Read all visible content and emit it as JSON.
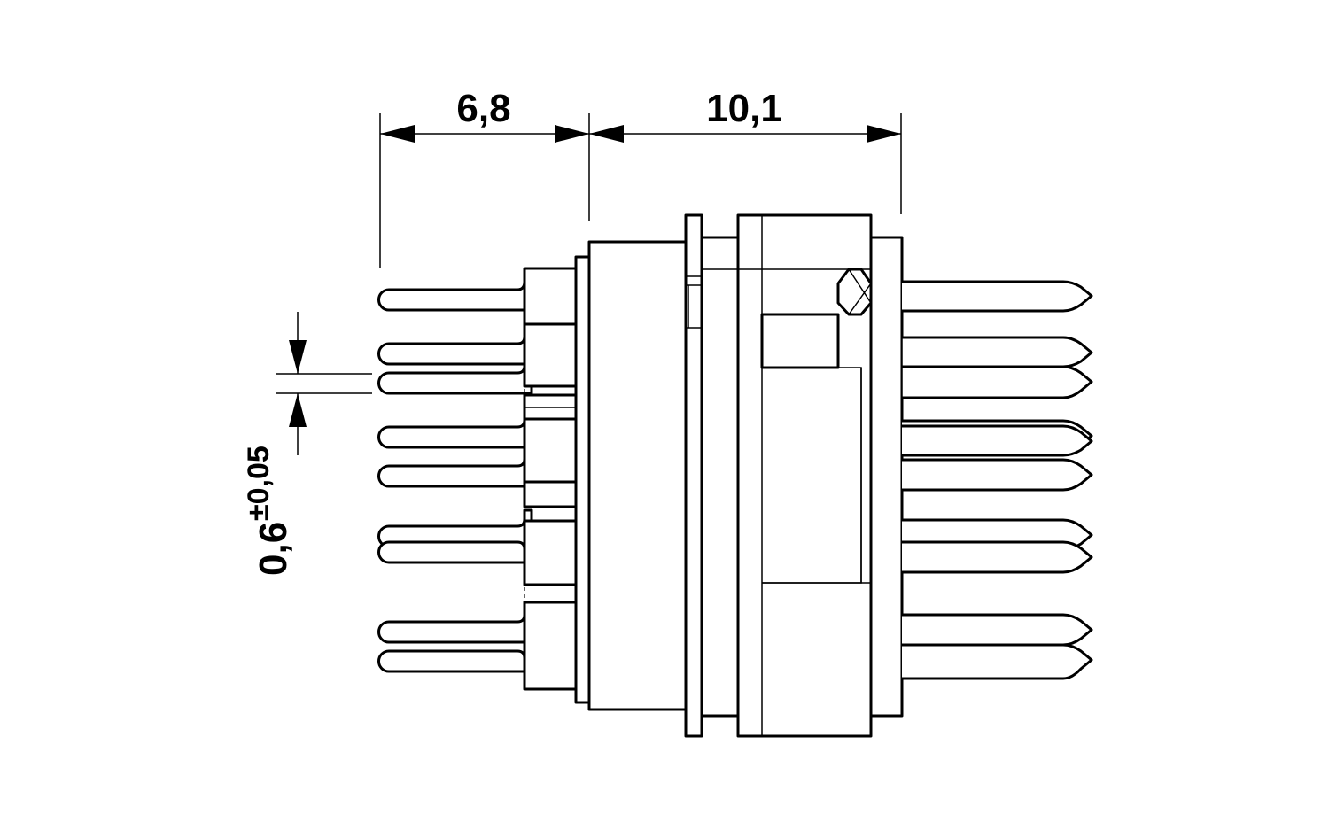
{
  "dimensions": {
    "width_left": "6,8",
    "width_right": "10,1",
    "pin_thickness": "0,6",
    "pin_tolerance": "±0,05"
  },
  "colors": {
    "line": "#000000",
    "background": "#ffffff"
  }
}
